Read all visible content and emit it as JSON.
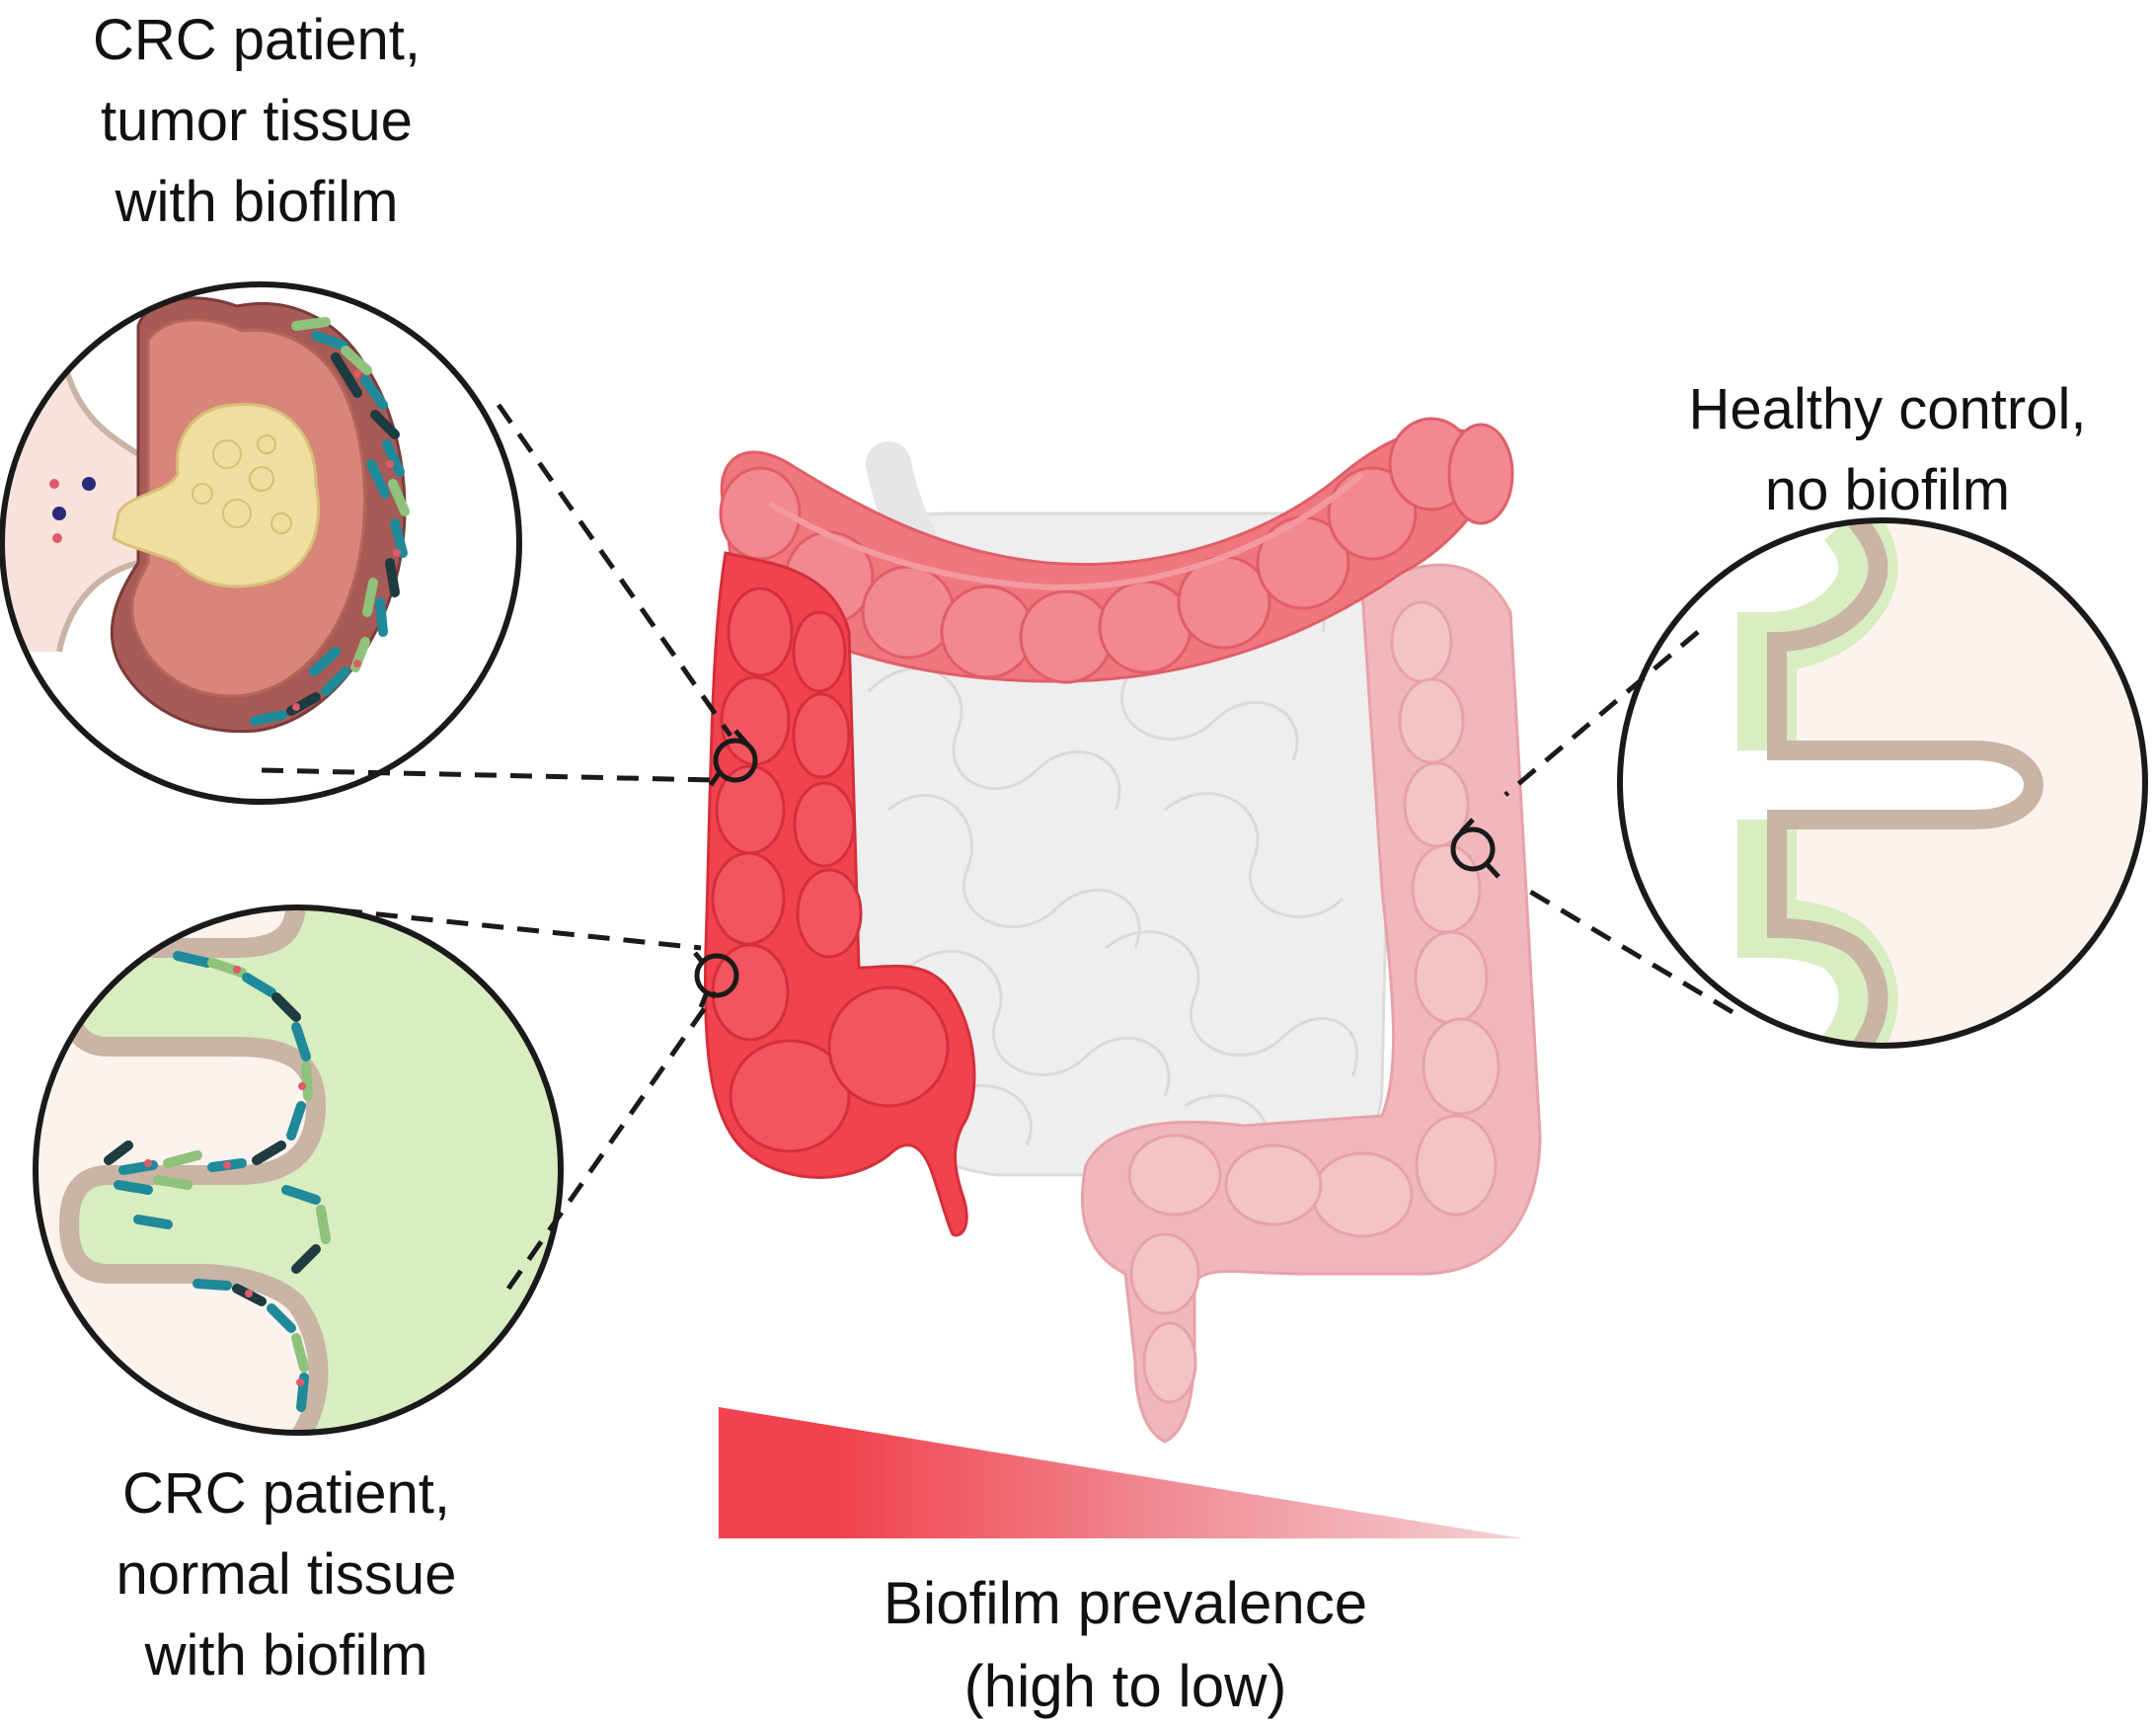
{
  "labels": {
    "tumor": [
      "CRC patient,",
      "tumor tissue",
      "with biofilm"
    ],
    "normal": [
      "CRC patient,",
      "normal tissue",
      "with biofilm"
    ],
    "healthy": [
      "Healthy control,",
      "no biofilm"
    ],
    "gradient": [
      "Biofilm prevalence",
      "(high to low)"
    ]
  },
  "colors": {
    "colon_high": "#f0434f",
    "colon_transverse": "#f07780",
    "colon_low": "#f0b8bc",
    "small_intestine": "#eeeeee",
    "tissue_green": "#d8edc0",
    "mucosa_tan": "#c9b4a6",
    "lumen": "#fdf3ee",
    "tumor_yellow": "#f0dda0",
    "tumor_rose": "#d9867a",
    "tumor_dark": "#a85a56",
    "bacteria_teal": "#1f8a9a",
    "bacteria_green": "#8fc27a",
    "bacteria_dark": "#1d3b40",
    "outline": "#1a1a1a"
  },
  "icons": [
    "magnifier-icon",
    "bacteria-icon"
  ]
}
